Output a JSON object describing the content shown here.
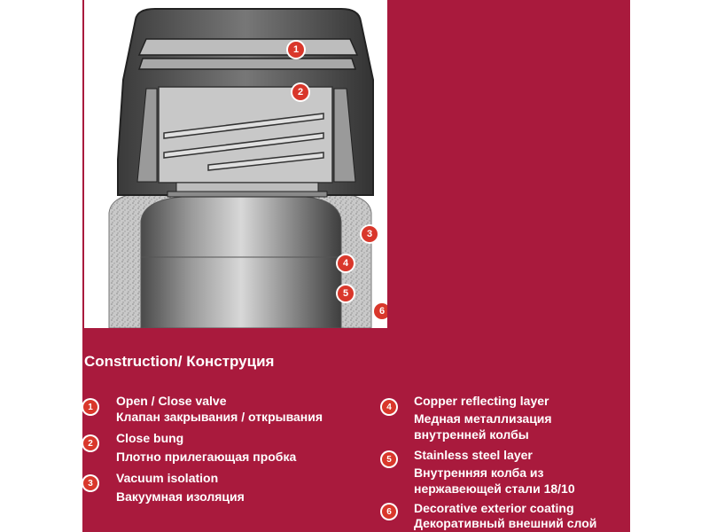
{
  "heading": "Construction/ Конструция",
  "colors": {
    "panel": "#a91a3d",
    "badge": "#d9372b"
  },
  "figure_markers": [
    "1",
    "2",
    "3",
    "4",
    "5",
    "6"
  ],
  "items": [
    {
      "num": "1",
      "en": "Open / Close valve",
      "ru": "Клапан закрывания / открывания"
    },
    {
      "num": "2",
      "en": "Close bung",
      "ru": "Плотно прилегающая пробка"
    },
    {
      "num": "3",
      "en": "Vacuum isolation",
      "ru": "Вакуумная изоляция"
    },
    {
      "num": "4",
      "en": "Copper reflecting layer",
      "ru": "Медная металлизация",
      "ru2": "внутренней колбы"
    },
    {
      "num": "5",
      "en": "Stainless steel layer",
      "ru": "Внутренняя колба из",
      "ru2": "нержавеющей стали 18/10"
    },
    {
      "num": "6",
      "en": "Decorative exterior coating",
      "ru": "Декоративный внешний слой"
    }
  ]
}
